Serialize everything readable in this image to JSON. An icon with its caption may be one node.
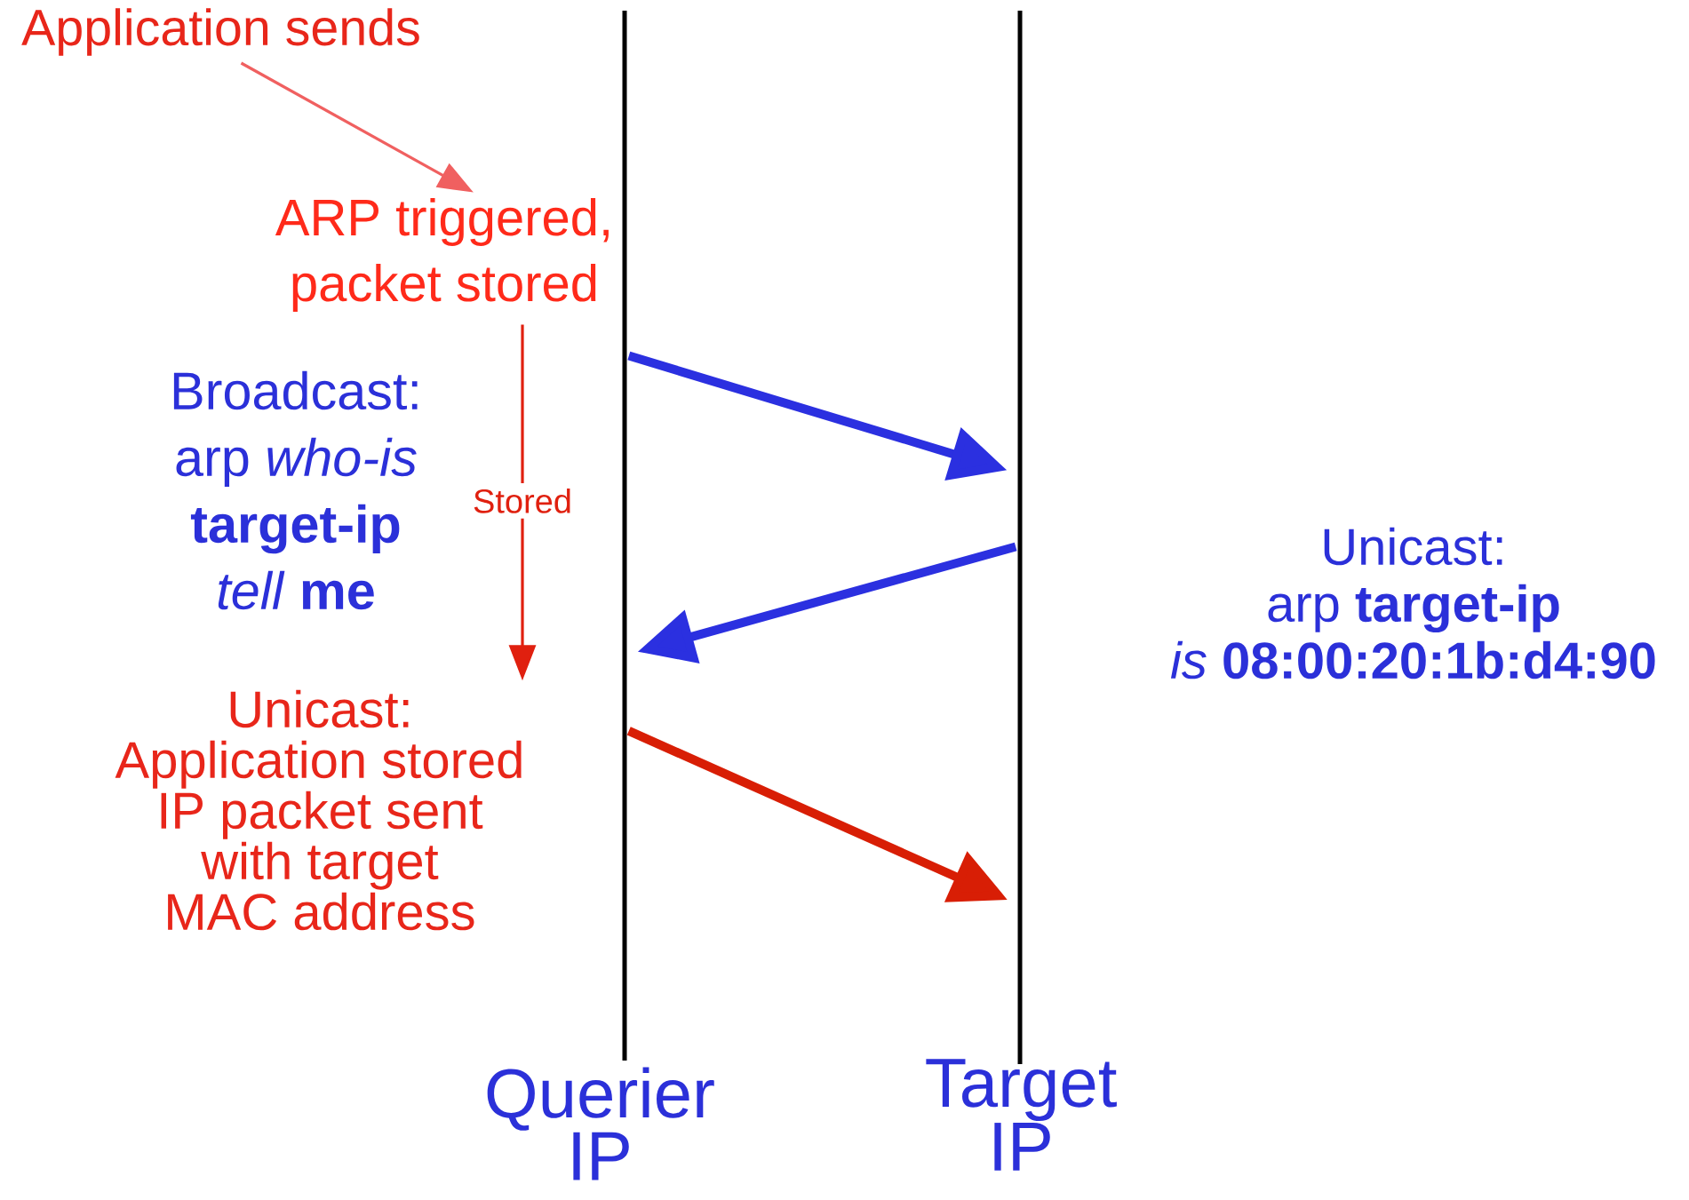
{
  "diagram": {
    "nodes": [
      {
        "text": [
          "Application sends"
        ]
      },
      {
        "text": [
          "ARP triggered, packet stored"
        ]
      },
      {
        "text": [
          "Unicast: Application stored IP packet sent with target MAC address"
        ]
      },
      {
        "text": [],
        "shape": "bar",
        "beside": [
          "Querier IP"
        ]
      },
      {
        "text": [],
        "shape": "bar",
        "beside": [
          "Target IP"
        ]
      }
    ],
    "edges": [
      {
        "from": 0,
        "to": 1,
        "arrow": "to",
        "color": "#f06060"
      },
      {
        "from": 1,
        "to": 2,
        "arrow": "to",
        "label": "Stored",
        "color": "#e0200f"
      },
      {
        "from": 3,
        "to": 4,
        "arrow": "to",
        "color": "#2b30e0"
      },
      {
        "from": 4,
        "to": 3,
        "arrow": "to",
        "color": "#2b30e0"
      },
      {
        "from": 3,
        "to": 4,
        "arrow": "to",
        "color": "#d81e05"
      }
    ],
    "labels": [
      "Broadcast: arp *who-is* **target-ip** *tell* **me**",
      "Unicast: arp **target-ip** *is* **08:00:20:1b:d4:90**"
    ]
  }
}
